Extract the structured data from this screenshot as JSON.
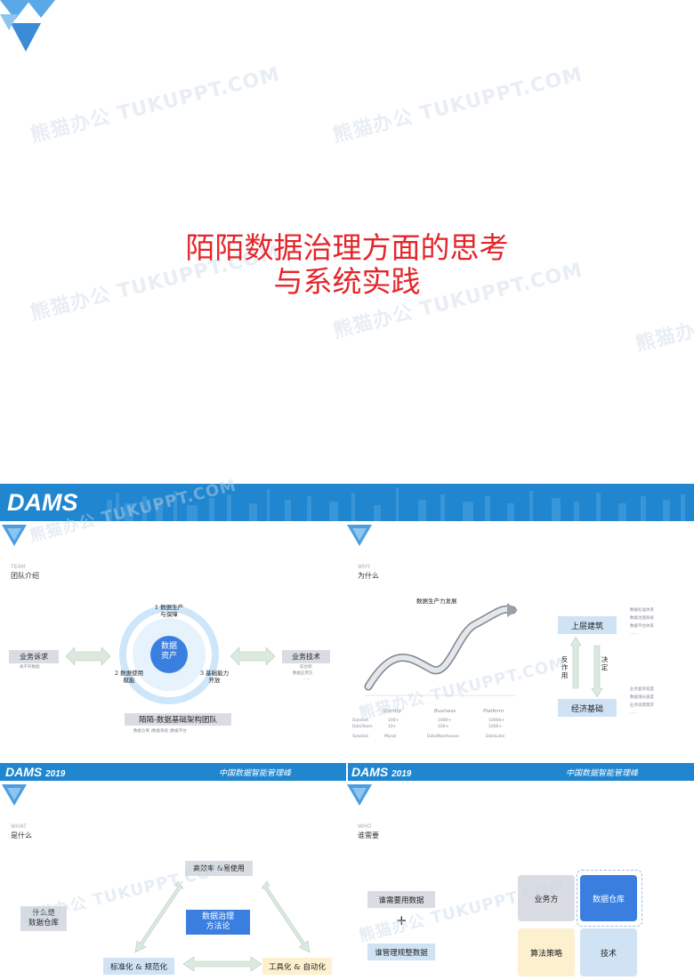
{
  "cover": {
    "title_line1": "陌陌数据治理方面的思考",
    "title_line2": "与系统实践"
  },
  "watermark": "熊猫办公 TUKUPPT.COM",
  "banner": {
    "logo": "DAMS",
    "year": "2019",
    "slogan": "中国数据智能管理峰"
  },
  "slide_team": {
    "eyebrow": "TEAM",
    "title": "团队介绍",
    "center": "数据资产",
    "center_line1": "数据",
    "center_line2": "资产",
    "item1_line1": "1 数据生产",
    "item1_line2": "与保障",
    "item2_line1": "2 数据使用",
    "item2_line2": "赋能",
    "item3_line1": "3 基础能力",
    "item3_line2": "开放",
    "left_box": "业务诉求",
    "left_sub": "离不开数据",
    "right_box": "业务技术",
    "right_sub1": "前台侧",
    "right_sub2": "数据应用方",
    "right_sub3": "……",
    "team_name": "陌陌-数据基础架构团队",
    "team_sub": "数据仓库   |数据系统   |数据平台"
  },
  "slide_why": {
    "eyebrow": "WHY",
    "title": "为什么",
    "chart_title": "数据生产力发展",
    "stages": [
      "StartUp",
      "Business",
      "Platform"
    ],
    "row_labels": [
      "DataSet",
      "DataTeam",
      "Solution"
    ],
    "row_values": [
      [
        "100+",
        "1000+",
        "10000+"
      ],
      [
        "10+",
        "100+",
        "1000+"
      ],
      [
        "Mysql",
        "DataWarehouse",
        "DataLake"
      ]
    ],
    "upper_box": "上层建筑",
    "lower_box": "经济基础",
    "reaction": "反作用",
    "decide": "决定",
    "upper_bullets": [
      "数据标准体系",
      "数据治理系统",
      "数据平台体系",
      "……"
    ],
    "lower_bullets": [
      "业务复杂程度",
      "数据增长速度",
      "业务场景需求",
      "……"
    ]
  },
  "slide_what": {
    "eyebrow": "WHAT",
    "title": "是什么",
    "top": "高效率 &易使用",
    "center_line1": "数据治理",
    "center_line2": "方法论",
    "left_line1": "什么是",
    "left_line2": "数据仓库",
    "bottom_left": "标准化 & 规范化",
    "bottom_right": "工具化 & 自动化"
  },
  "slide_who": {
    "eyebrow": "WHO",
    "title": "谁需要",
    "need": "谁需要用数据",
    "plus": "+",
    "manage": "谁管理规整数据",
    "grid": [
      "业务方",
      "数据仓库",
      "算法策略",
      "技术"
    ]
  },
  "colors": {
    "title_red": "#e3262b",
    "brand_blue": "#1f86cf",
    "ring_blue": "#9fcdf2",
    "center_blue": "#3a7fe0",
    "box_gray": "#d9dde3",
    "box_blue": "#cfe3f5",
    "box_yellow": "#fdf0cf",
    "arrow_green": "#dbe9df"
  }
}
